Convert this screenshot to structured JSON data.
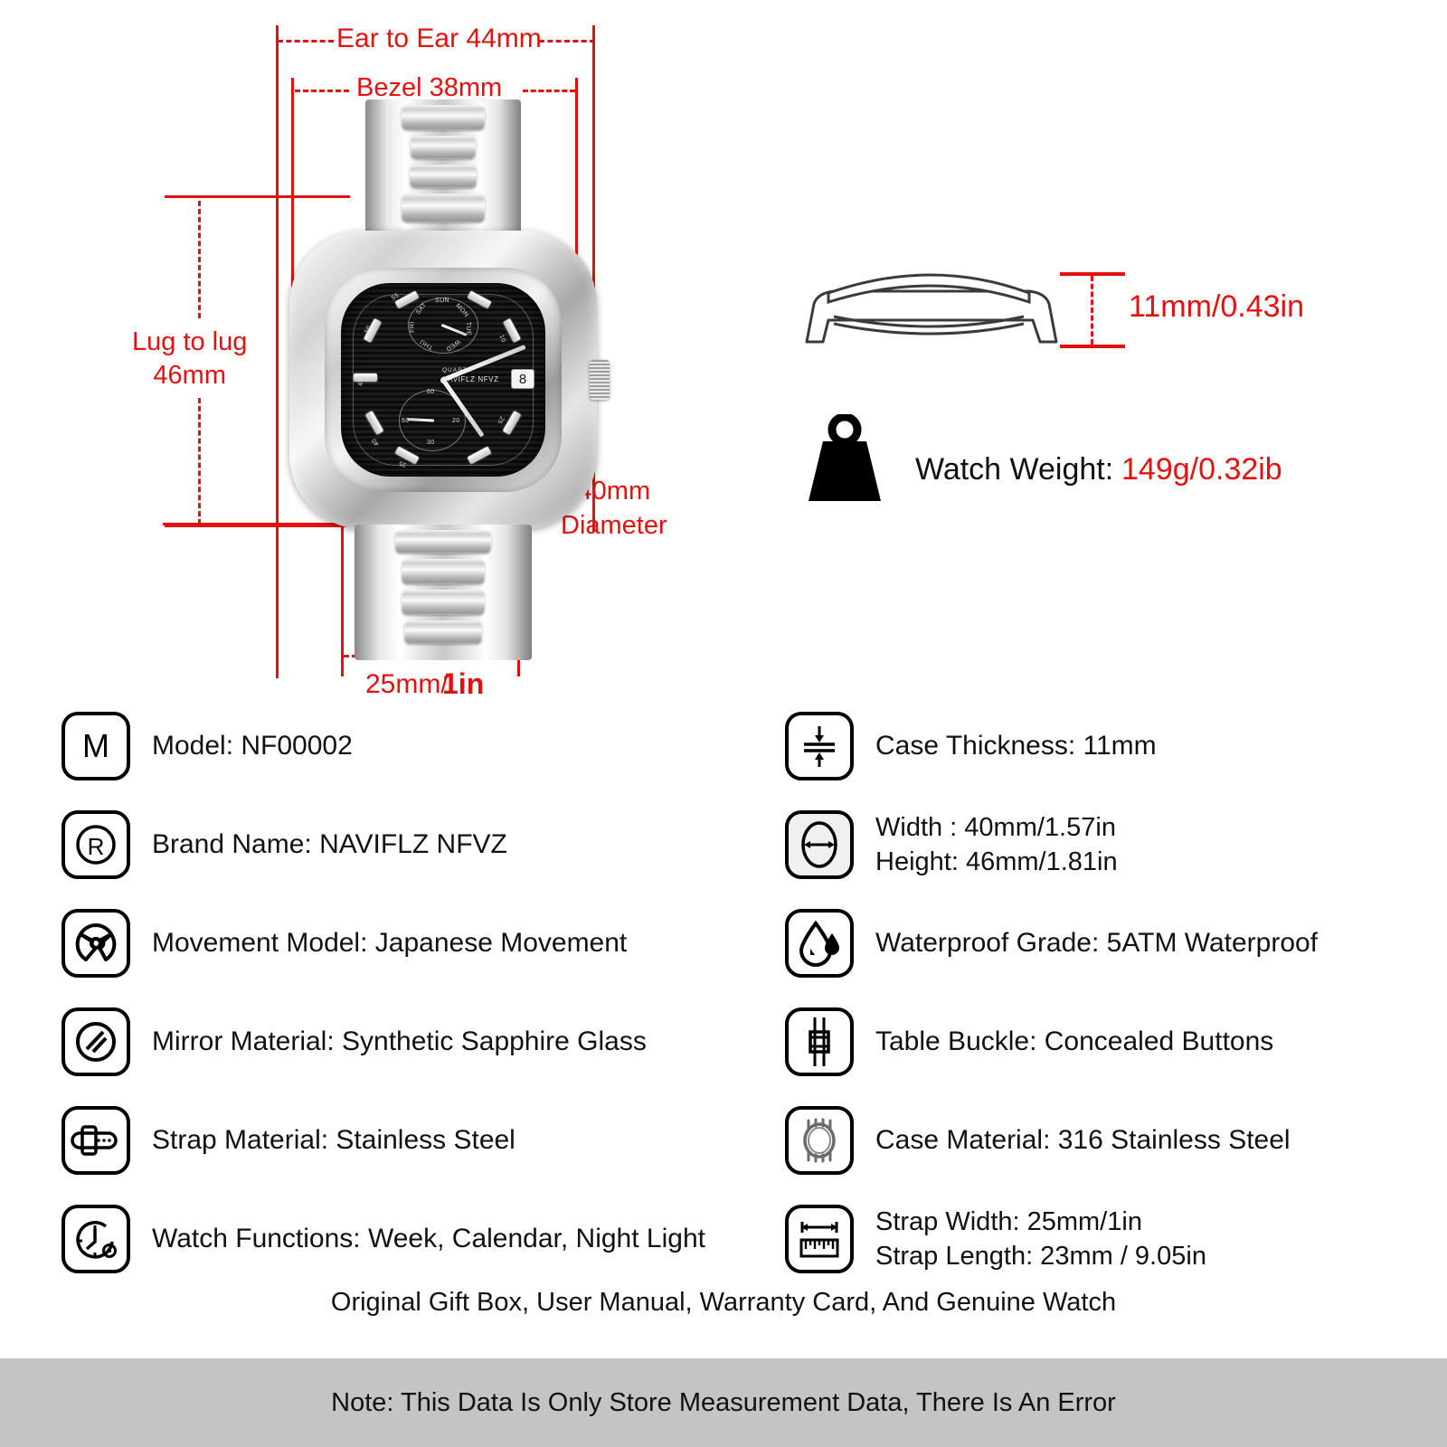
{
  "dimensions": {
    "ear_to_ear": "Ear to Ear 44mm",
    "bezel": "Bezel 38mm",
    "lug_to_lug": "Lug to lug\n46mm",
    "diameter": "40mm\nDiameter",
    "strap_width_callout_mm": "25mm/",
    "strap_width_callout_in": "1in",
    "case_thickness_callout": "11mm/0.43in"
  },
  "weight": {
    "label": "Watch Weight:",
    "value": "149g/0.32ib"
  },
  "watch_face": {
    "brand_quartz": "QUARTZ",
    "brand_name": "NAVIFLZ NFVZ",
    "date": "8",
    "weekdays": [
      "SUN",
      "MON",
      "TUE",
      "WED",
      "THU",
      "FRI",
      "SAT"
    ],
    "minute_numerals": [
      "5",
      "10",
      "20",
      "25",
      "30",
      "35",
      "40",
      "45",
      "50",
      "55"
    ],
    "sub_seconds": [
      "60",
      "20",
      "30",
      "50"
    ]
  },
  "specs_left": [
    {
      "icon": "model-icon",
      "text": "Model: NF00002"
    },
    {
      "icon": "registered-trademark-icon",
      "text": "Brand Name: NAVIFLZ NFVZ"
    },
    {
      "icon": "radiation-movement-icon",
      "text": "Movement Model: Japanese Movement"
    },
    {
      "icon": "mirror-glass-icon",
      "text": "Mirror Material: Synthetic Sapphire Glass"
    },
    {
      "icon": "strap-buckle-icon",
      "text": "Strap Material: Stainless Steel"
    },
    {
      "icon": "clock-gear-icon",
      "text": "Watch Functions: Week, Calendar, Night Light"
    }
  ],
  "specs_right": [
    {
      "icon": "thickness-arrows-icon",
      "text": "Case Thickness: 11mm"
    },
    {
      "icon": "width-height-oval-icon",
      "text": "Width :  40mm/1.57in\nHeight:  46mm/1.81in"
    },
    {
      "icon": "water-drop-icon",
      "text": "Waterproof Grade: 5ATM Waterproof"
    },
    {
      "icon": "table-buckle-icon",
      "text": "Table Buckle: Concealed Buttons"
    },
    {
      "icon": "watch-case-icon",
      "text": "Case Material: 316 Stainless Steel"
    },
    {
      "icon": "ruler-icon",
      "text": "Strap  Width: 25mm/1in\nStrap Length: 23mm / 9.05in"
    }
  ],
  "included": "Original Gift Box, User Manual, Warranty Card, And Genuine Watch",
  "note": "Note: This Data Is Only Store Measurement Data, There Is An Error",
  "colors": {
    "annotation_red": "#e2120e",
    "footer_bg": "#c4c4c4",
    "text": "#111111"
  }
}
